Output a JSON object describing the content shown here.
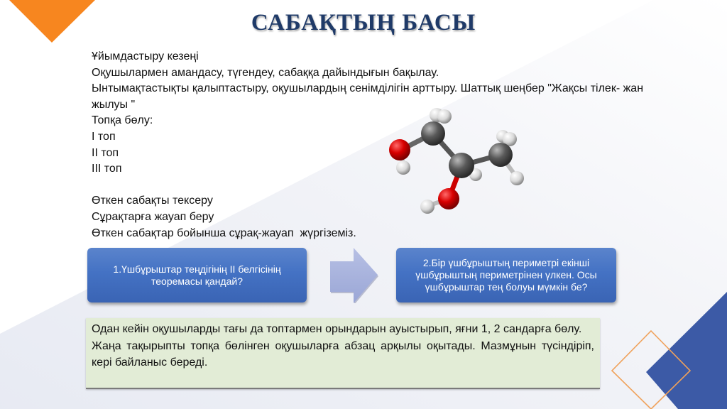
{
  "slide": {
    "title": "САБАҚТЫҢ  БАСЫ",
    "colors": {
      "title": "#1f3a68",
      "accent_orange": "#f7861f",
      "accent_blue": "#3c5aa6",
      "box_blue": "#4472c4",
      "note_green": "#e2ecd6",
      "arrow": "#a9b4dc"
    }
  },
  "body_text": {
    "lines": [
      "Ұйымдастыру кезеңі",
      "Оқушылармен амандасу, түгендеу, сабаққа дайындығын бақылау.",
      "Ынтымақтастықты қалыптастыру, оқушылардың сенімділігін арттыру. Шаттық шеңбер \"Жақсы тілек- жан",
      "жылуы \"",
      "Топқа бөлу:",
      "I топ",
      "II топ",
      "III топ",
      "",
      "Өткен сабақты тексеру",
      "Сұрақтарға жауап беру",
      "Өткен сабақтар бойынша сұрақ-жауап  жүргіземіз."
    ]
  },
  "image": {
    "label": "molecule-ball-and-stick"
  },
  "questions": [
    {
      "text": "1.Үшбұрыштар теңдігінің ІІ белгісінің теоремасы қандай?"
    },
    {
      "text": "2.Бір үшбұрыштың периметрі екінші үшбұрыштың периметрінен үлкен. Осы үшбұрыштар тең болуы мүмкін бе?"
    }
  ],
  "arrow": {
    "icon": "right-arrow-icon"
  },
  "note": {
    "paragraphs": [
      "Одан кейін оқушыларды тағы да топтармен орындарын ауыстырып, яғни 1, 2 сандарға бөлу.",
      "Жаңа тақырыпты топқа бөлінген оқушыларға абзац арқылы оқытады. Мазмұнын түсіндіріп, кері байланыс береді."
    ]
  }
}
